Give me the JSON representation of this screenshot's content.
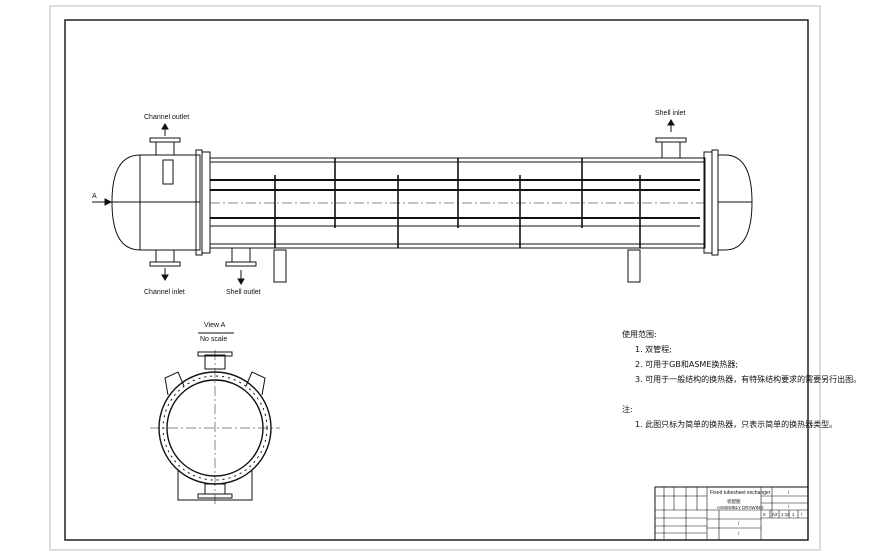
{
  "drawing": {
    "labels": {
      "channel_outlet": "Channel outlet",
      "channel_inlet": "Channel inlet",
      "shell_outlet": "Shell outlet",
      "shell_inlet": "Shell inlet",
      "view_marker": "A",
      "view_title": "View A",
      "view_scale": "No scale"
    }
  },
  "notes": {
    "heading": "使用范围:",
    "items": [
      "1. 双管程;",
      "2. 可用于GB和ASME换热器;",
      "3. 可用于一般结构的换热器，有特殊结构要求的需要另行出图。"
    ],
    "remark_heading": "注:",
    "remarks": [
      "1. 此图只标为简单的换热器，只表示简单的换热器类型。"
    ]
  },
  "title_block": {
    "title": "Fixed tubesheet exchanger",
    "subtitle": "装配图",
    "subtitle_en": "ASSEMBLY DRAWING",
    "values": [
      "0",
      "A2",
      "1:10",
      "1",
      "/"
    ],
    "slashes": "/"
  }
}
